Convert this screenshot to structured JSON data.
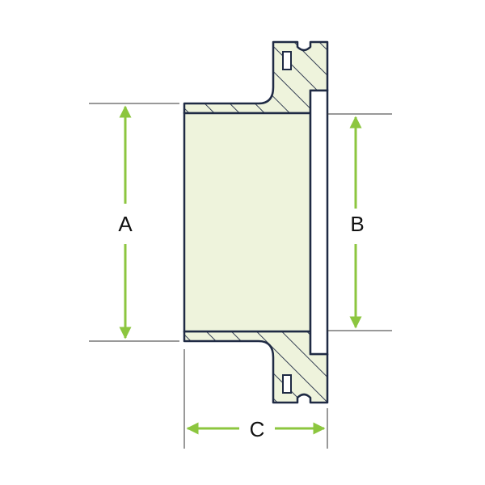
{
  "labels": {
    "dim_a": "A",
    "dim_b": "B",
    "dim_c": "C"
  },
  "colors": {
    "body_fill": "#eef3dc",
    "outline": "#1f2a44",
    "hatch": "#1f2a44",
    "arrow": "#8cc63f",
    "extension_line": "#333333",
    "background": "#ffffff"
  }
}
